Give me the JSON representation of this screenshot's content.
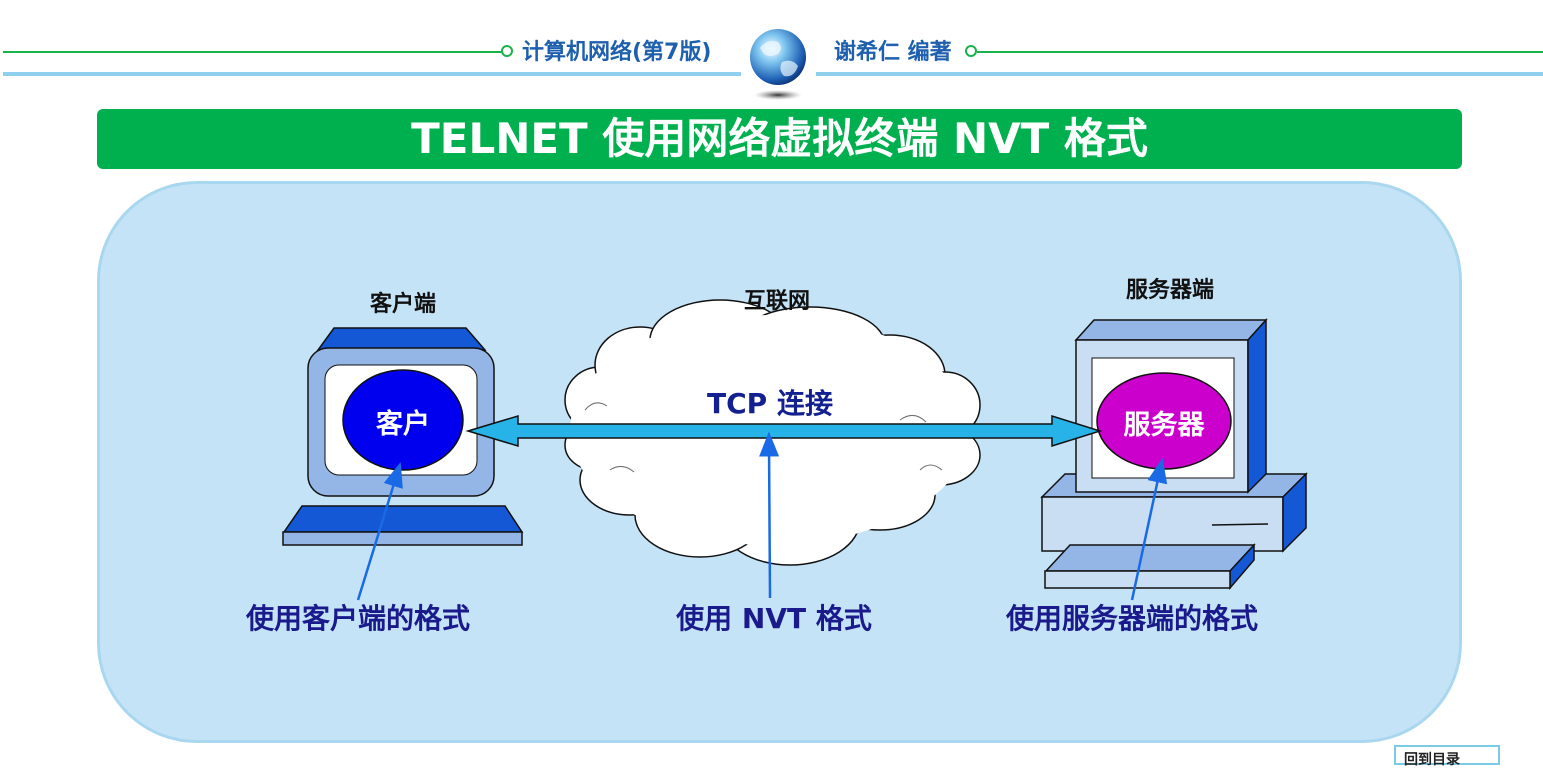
{
  "header": {
    "book_title": "计算机网络(第7版)",
    "author": "谢希仁 编著"
  },
  "slide_title": "TELNET 使用网络虚拟终端 NVT 格式",
  "diagram": {
    "client_label": "客户端",
    "client_node": "客户",
    "internet_label": "互联网",
    "server_label": "服务器端",
    "server_node": "服务器",
    "connection_label": "TCP 连接",
    "client_format": "使用客户端的格式",
    "nvt_format": "使用 NVT 格式",
    "server_format": "使用服务器端的格式"
  },
  "nav": {
    "corner_button": "回到目录"
  },
  "colors": {
    "accent_green": "#00b04f",
    "panel_blue": "#c5e3f6",
    "client_node": "#0000ee",
    "server_node": "#cc00cc",
    "arrow_cyan": "#27b2e8"
  }
}
